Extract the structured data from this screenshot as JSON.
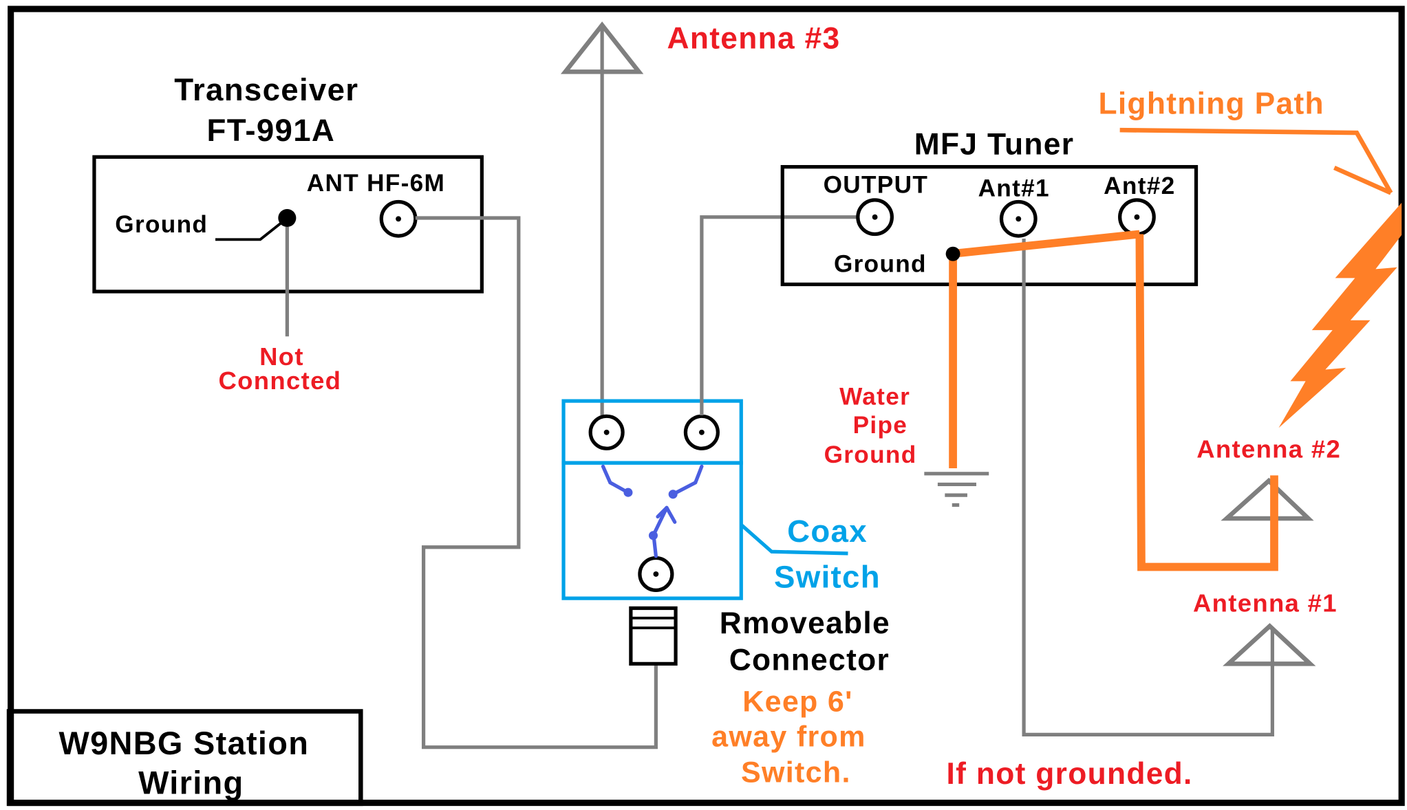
{
  "title": {
    "line1": "W9NBG Station",
    "line2": "Wiring"
  },
  "transceiver": {
    "name": "Transceiver",
    "model": "FT-991A",
    "ant_label": "ANT HF-6M",
    "ground_label": "Ground",
    "ground_note": [
      "Not",
      "Conncted"
    ]
  },
  "tuner": {
    "name": "MFJ Tuner",
    "output_label": "OUTPUT",
    "ant1_label": "Ant#1",
    "ant2_label": "Ant#2",
    "ground_label": "Ground"
  },
  "antennas": {
    "antenna3": "Antenna #3",
    "antenna2": "Antenna #2",
    "antenna1": "Antenna #1"
  },
  "water_pipe_ground": [
    "Water",
    "Pipe",
    "Ground"
  ],
  "coax_switch": [
    "Coax",
    "Switch"
  ],
  "removable_connector": [
    "Rmoveable",
    "Connector"
  ],
  "keep_away_note": [
    "Keep 6'",
    "away from",
    "Switch."
  ],
  "lightning": {
    "label": "Lightning Path",
    "note": "If not grounded."
  },
  "colors": {
    "black": "#000000",
    "gray": "#7f7f7f",
    "red": "#ed1c24",
    "orange": "#ff7f27",
    "cyan": "#00a2e8",
    "blue": "#4a5ee0"
  }
}
